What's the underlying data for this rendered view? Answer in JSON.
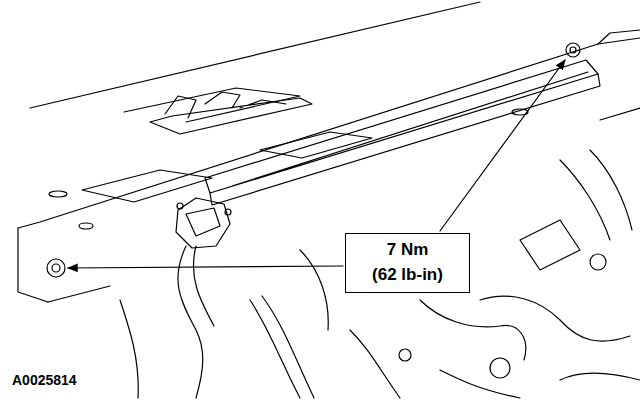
{
  "diagram": {
    "nodes": [
      {
        "text": [
          "7 Nm",
          "(62 lb-in)"
        ]
      }
    ],
    "labels": [
      "A0025814"
    ]
  }
}
